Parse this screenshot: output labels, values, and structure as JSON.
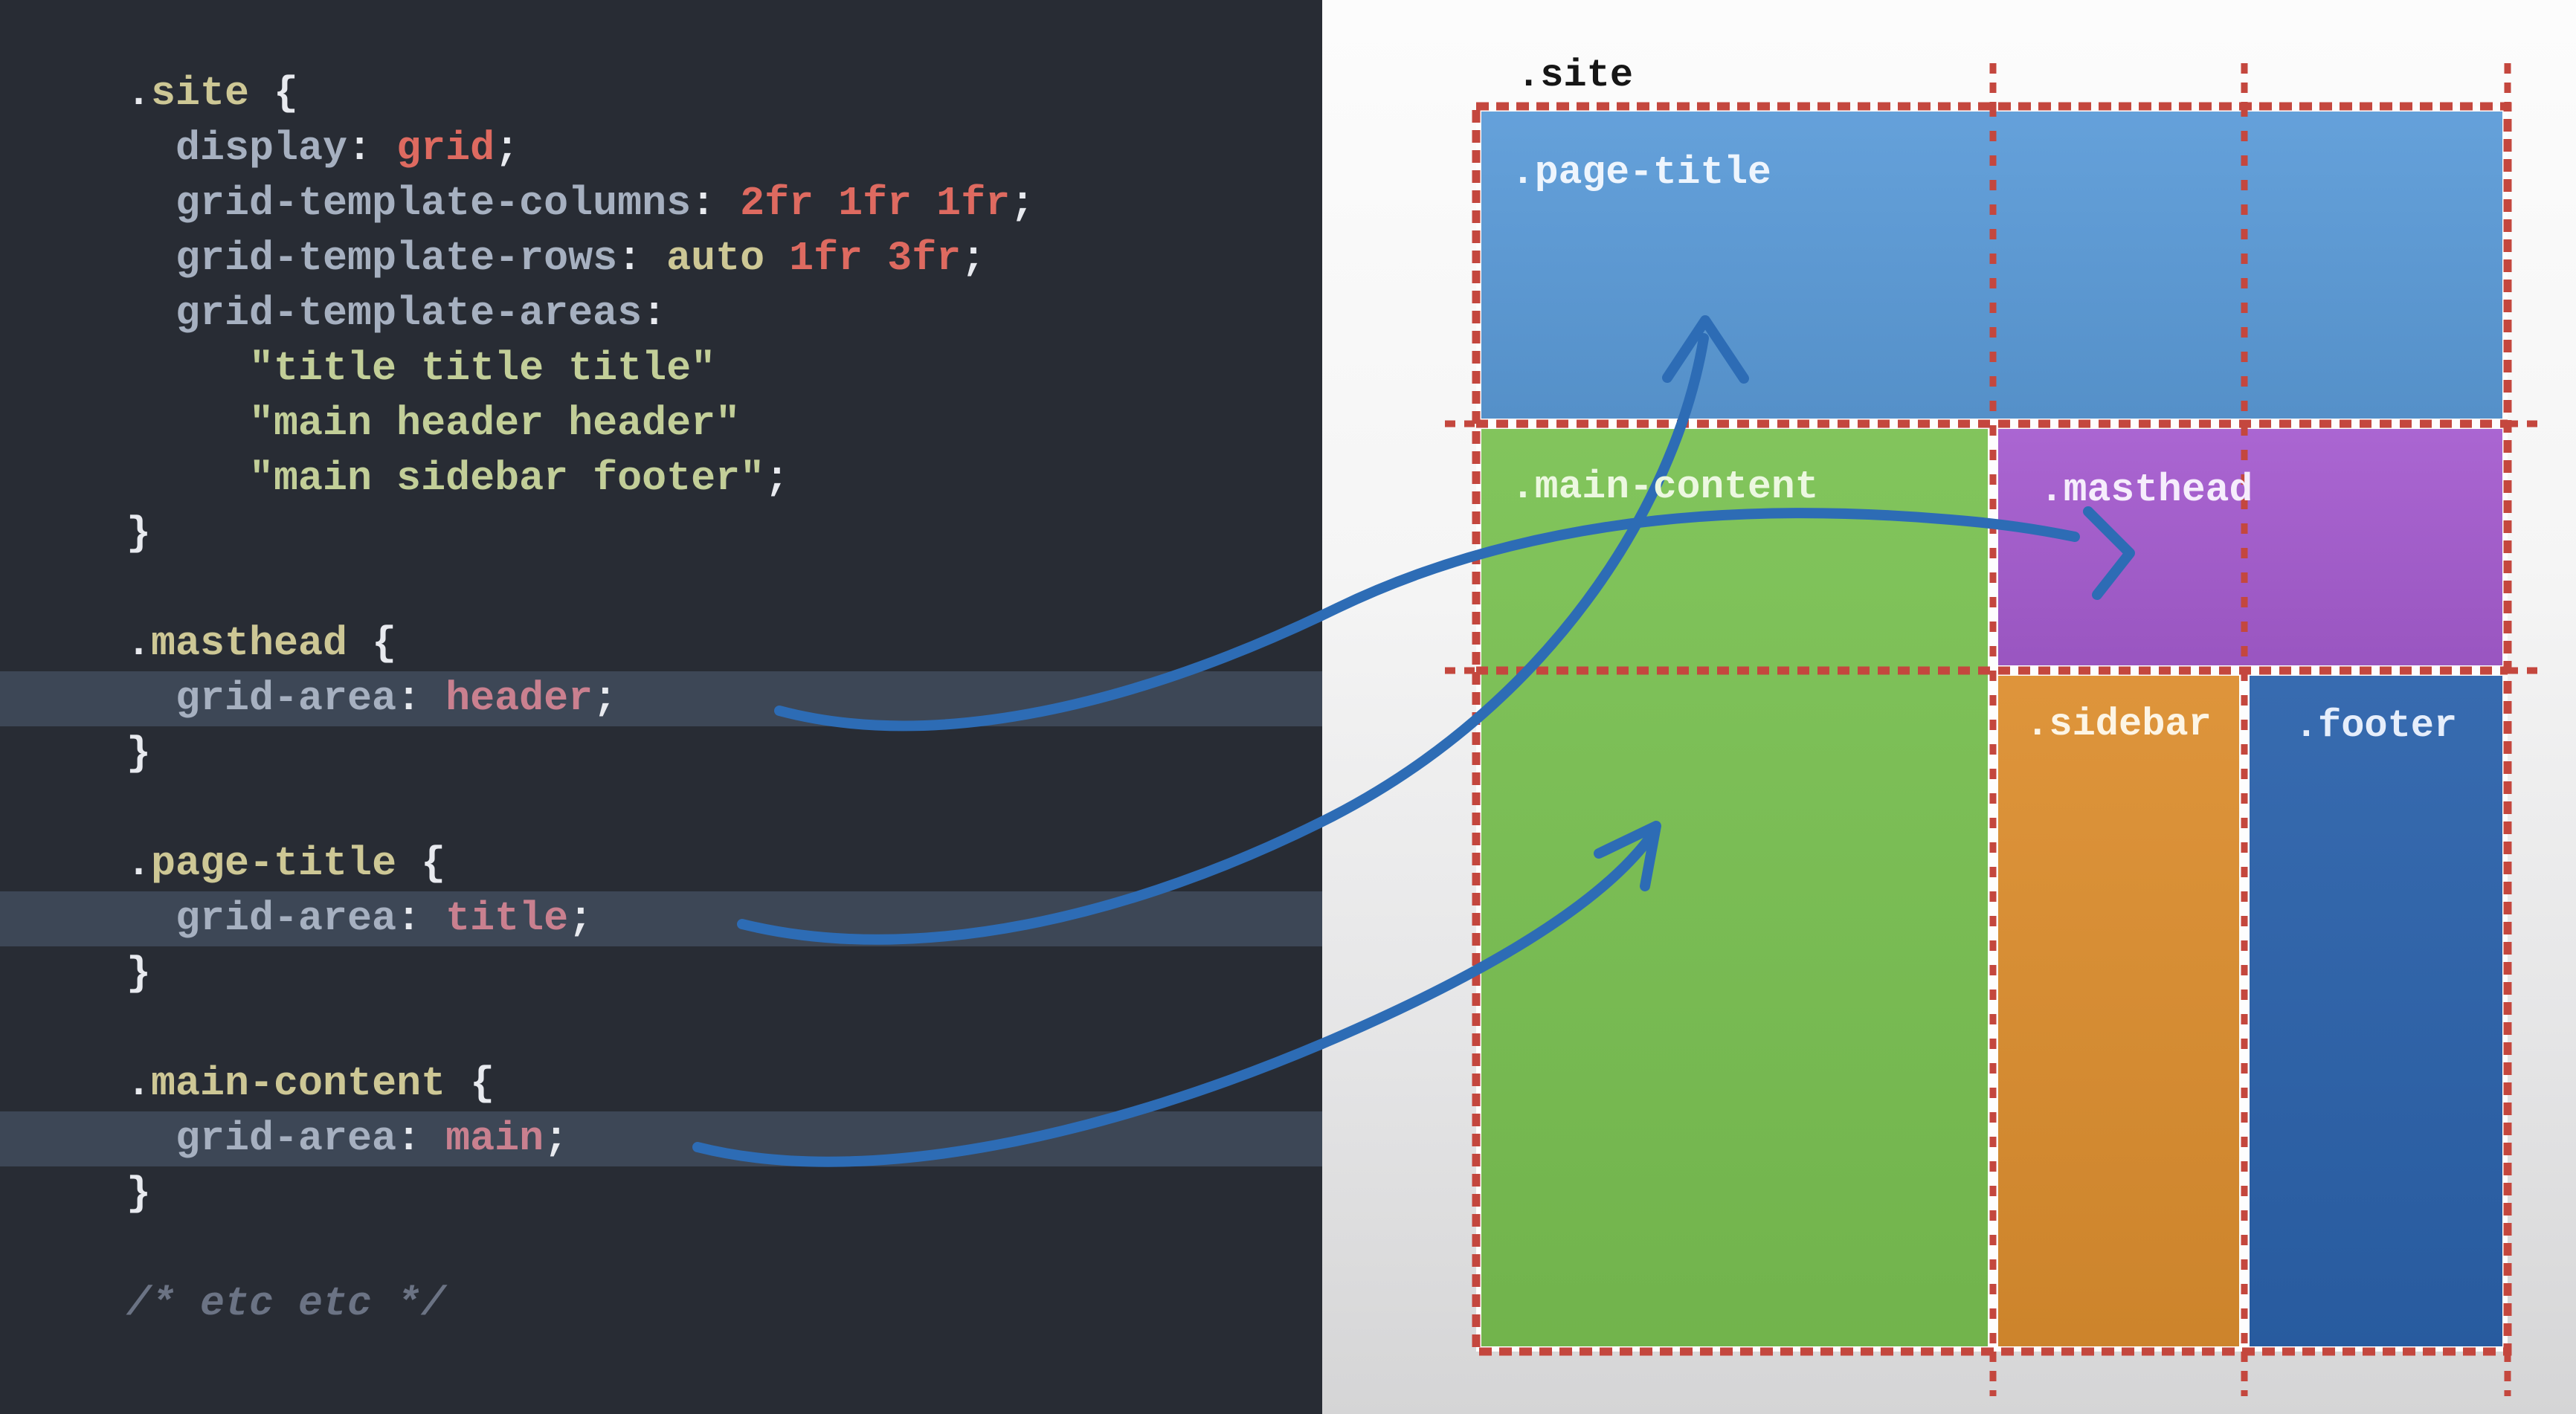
{
  "colors": {
    "code-bg": "#282c34",
    "code-hl-bg": "#3d4756",
    "tk-sel": "#cdc795",
    "tk-prop": "#a6b0c0",
    "tk-punct": "#e8eaef",
    "tk-val": "#de6a60",
    "tk-hval": "#c9808f",
    "tk-str": "#c2ce98",
    "tk-comment": "#6b7384",
    "dash-red": "#c4473e",
    "arrow-blue": "#2d6cb5",
    "box-page-title": "#5b9bd8",
    "box-main-content": "#7ac152",
    "box-masthead": "#a55ccf",
    "box-sidebar": "#dc8e2f",
    "box-footer": "#2b62ab",
    "site-label-color": "#161616"
  },
  "code": {
    "lines": [
      {
        "tokens": [
          [
            "punct",
            "."
          ],
          [
            "sel",
            "site"
          ],
          [
            "punct",
            " {"
          ]
        ]
      },
      {
        "tokens": [
          [
            "prop",
            "  display"
          ],
          [
            "punct",
            ": "
          ],
          [
            "val",
            "grid"
          ],
          [
            "punct",
            ";"
          ]
        ]
      },
      {
        "tokens": [
          [
            "prop",
            "  grid-template-columns"
          ],
          [
            "punct",
            ": "
          ],
          [
            "val",
            "2fr 1fr 1fr"
          ],
          [
            "punct",
            ";"
          ]
        ]
      },
      {
        "tokens": [
          [
            "prop",
            "  grid-template-rows"
          ],
          [
            "punct",
            ": "
          ],
          [
            "sel",
            "auto"
          ],
          [
            "punct",
            " "
          ],
          [
            "val",
            "1fr 3fr"
          ],
          [
            "punct",
            ";"
          ]
        ]
      },
      {
        "tokens": [
          [
            "prop",
            "  grid-template-areas"
          ],
          [
            "punct",
            ":"
          ]
        ]
      },
      {
        "tokens": [
          [
            "str",
            "     \"title title title\""
          ]
        ]
      },
      {
        "tokens": [
          [
            "str",
            "     \"main header header\""
          ]
        ]
      },
      {
        "tokens": [
          [
            "str",
            "     \"main sidebar footer\""
          ],
          [
            "punct",
            ";"
          ]
        ]
      },
      {
        "tokens": [
          [
            "punct",
            "}"
          ]
        ]
      },
      {
        "tokens": []
      },
      {
        "tokens": [
          [
            "punct",
            "."
          ],
          [
            "sel",
            "masthead"
          ],
          [
            "punct",
            " {"
          ]
        ]
      },
      {
        "highlighted": true,
        "tokens": [
          [
            "prop",
            "  grid-area"
          ],
          [
            "punct",
            ": "
          ],
          [
            "hval",
            "header"
          ],
          [
            "punct",
            ";"
          ]
        ]
      },
      {
        "tokens": [
          [
            "punct",
            "}"
          ]
        ]
      },
      {
        "tokens": []
      },
      {
        "tokens": [
          [
            "punct",
            "."
          ],
          [
            "sel",
            "page-title"
          ],
          [
            "punct",
            " {"
          ]
        ]
      },
      {
        "highlighted": true,
        "tokens": [
          [
            "prop",
            "  grid-area"
          ],
          [
            "punct",
            ": "
          ],
          [
            "hval",
            "title"
          ],
          [
            "punct",
            ";"
          ]
        ]
      },
      {
        "tokens": [
          [
            "punct",
            "}"
          ]
        ]
      },
      {
        "tokens": []
      },
      {
        "tokens": [
          [
            "punct",
            "."
          ],
          [
            "sel",
            "main-content"
          ],
          [
            "punct",
            " {"
          ]
        ]
      },
      {
        "highlighted": true,
        "tokens": [
          [
            "prop",
            "  grid-area"
          ],
          [
            "punct",
            ": "
          ],
          [
            "hval",
            "main"
          ],
          [
            "punct",
            ";"
          ]
        ]
      },
      {
        "tokens": [
          [
            "punct",
            "}"
          ]
        ]
      },
      {
        "tokens": []
      },
      {
        "tokens": [
          [
            "comment",
            "/* etc etc */"
          ]
        ]
      }
    ]
  },
  "preview": {
    "site_label": ".site",
    "boxes": [
      {
        "id": "page-title",
        "label": ".page-title"
      },
      {
        "id": "main-content",
        "label": ".main-content"
      },
      {
        "id": "masthead",
        "label": ".masthead"
      },
      {
        "id": "sidebar",
        "label": ".sidebar"
      },
      {
        "id": "footer",
        "label": ".footer"
      }
    ],
    "grid": {
      "columns": "2fr 1fr 1fr",
      "rows": "auto 1fr 3fr",
      "areas": [
        "title title title",
        "main header header",
        "main sidebar footer"
      ]
    }
  }
}
